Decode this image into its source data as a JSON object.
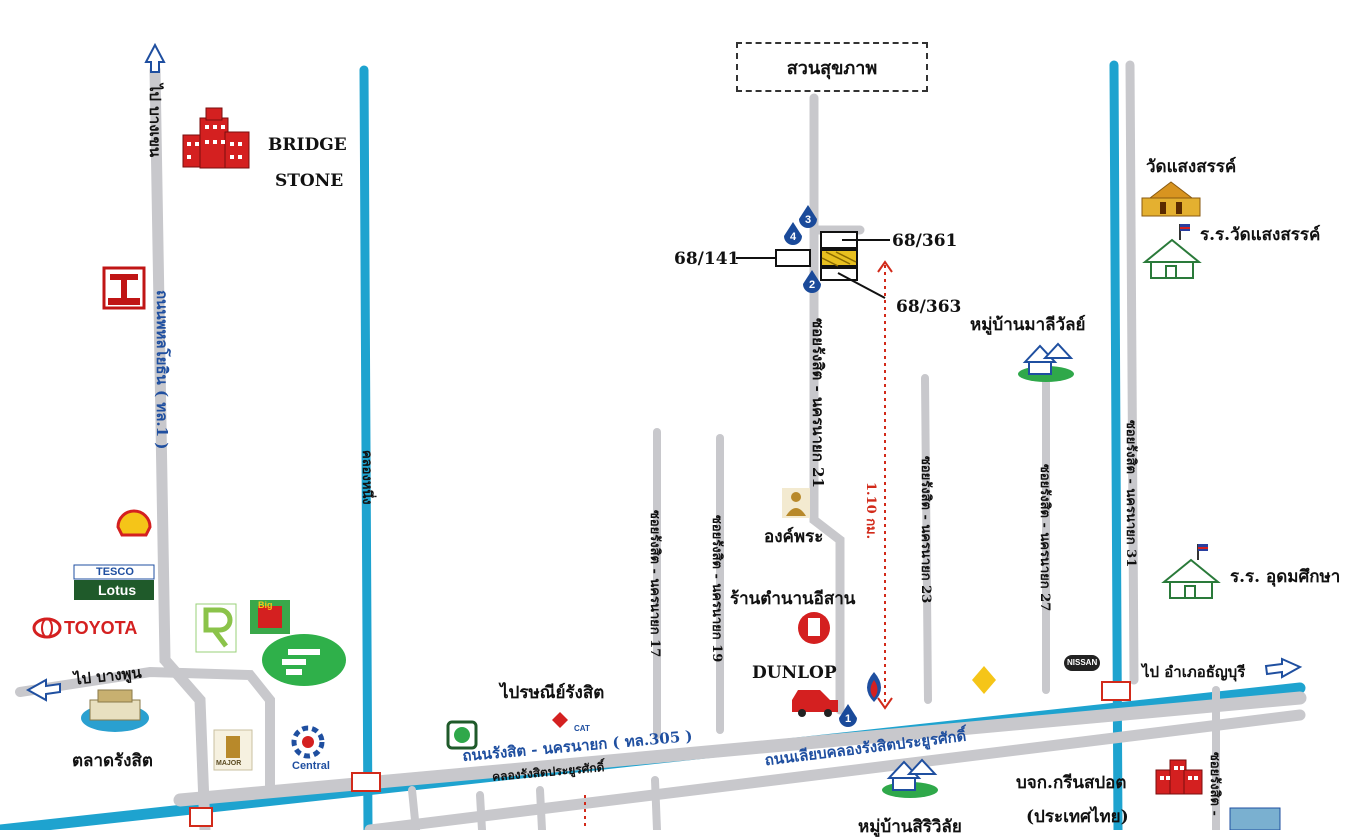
{
  "destinations": {
    "top_box": "สวนสุขภาพ",
    "to_bangkhen": "ไป บางเขน",
    "to_bangphun": "ไป บางพูน",
    "to_thanyaburi": "ไป อำเภอธัญบุรี"
  },
  "roads": {
    "phahonyothin": "ถนนพหลโยธิน ( ทล.1 )",
    "rangsit_nakhonnayok": "ถนนรังสิต - นครนายก ( ทล.305 )",
    "liap_khlong": "ถนนเลียบคลองรังสิตประยูรศักดิ์",
    "khlong_canal": "คลองรังสิตประยูรศักดิ์",
    "khlong_1": "คลองหนึ่ง",
    "soi_17": "ซอยรังสิต - นครนายก 17",
    "soi_19": "ซอยรังสิต - นครนายก 19",
    "soi_21": "ซอยรังสิต - นครนายก 21",
    "soi_23": "ซอยรังสิต - นครนายก 23",
    "soi_27": "ซอยรังสิต - นครนายก 27",
    "soi_31": "ซอยรังสิต - นครนายก 31",
    "soi_right": "ซอยรังสิต -"
  },
  "places": {
    "bridgestone_1": "BRIDGE",
    "bridgestone_2": "STONE",
    "wat_saengsan": "วัดแสงสรรค์",
    "school_saengsan": "ร.ร.วัดแสงสรรค์",
    "mali_wan": "หมู่บ้านมาลีวัลย์",
    "ong_phra": "องค์พระ",
    "tamnan_isan": "ร้านตำนานอีสาน",
    "dunlop": "DUNLOP",
    "post_office": "ไปรษณีย์รังสิต",
    "school_udom": "ร.ร. อุดมศึกษา",
    "green_spot_1": "บจก.กรีนสปอต",
    "green_spot_2": "(ประเทศไทย)",
    "sirilai": "หมู่บ้านสิริวิลัย",
    "talad_rangsit": "ตลาดรังสิต",
    "tesco": "TESCO",
    "lotus": "Lotus",
    "toyota": "TOYOTA",
    "central": "Central",
    "major": "MAJOR",
    "cat": "CAT",
    "big": "Big",
    "nissan": "NISSAN"
  },
  "houses": {
    "h141": "68/141",
    "h361": "68/361",
    "h363": "68/363"
  },
  "markers": [
    "1",
    "2",
    "3",
    "4"
  ],
  "distance": "1.10 กม.",
  "colors": {
    "canal": "#1ea3cf",
    "road": "#c8c8cc",
    "marker": "#1a4a9a",
    "distance": "#d22a1a",
    "building": "#d42020",
    "house_green": "#2fa84a"
  }
}
